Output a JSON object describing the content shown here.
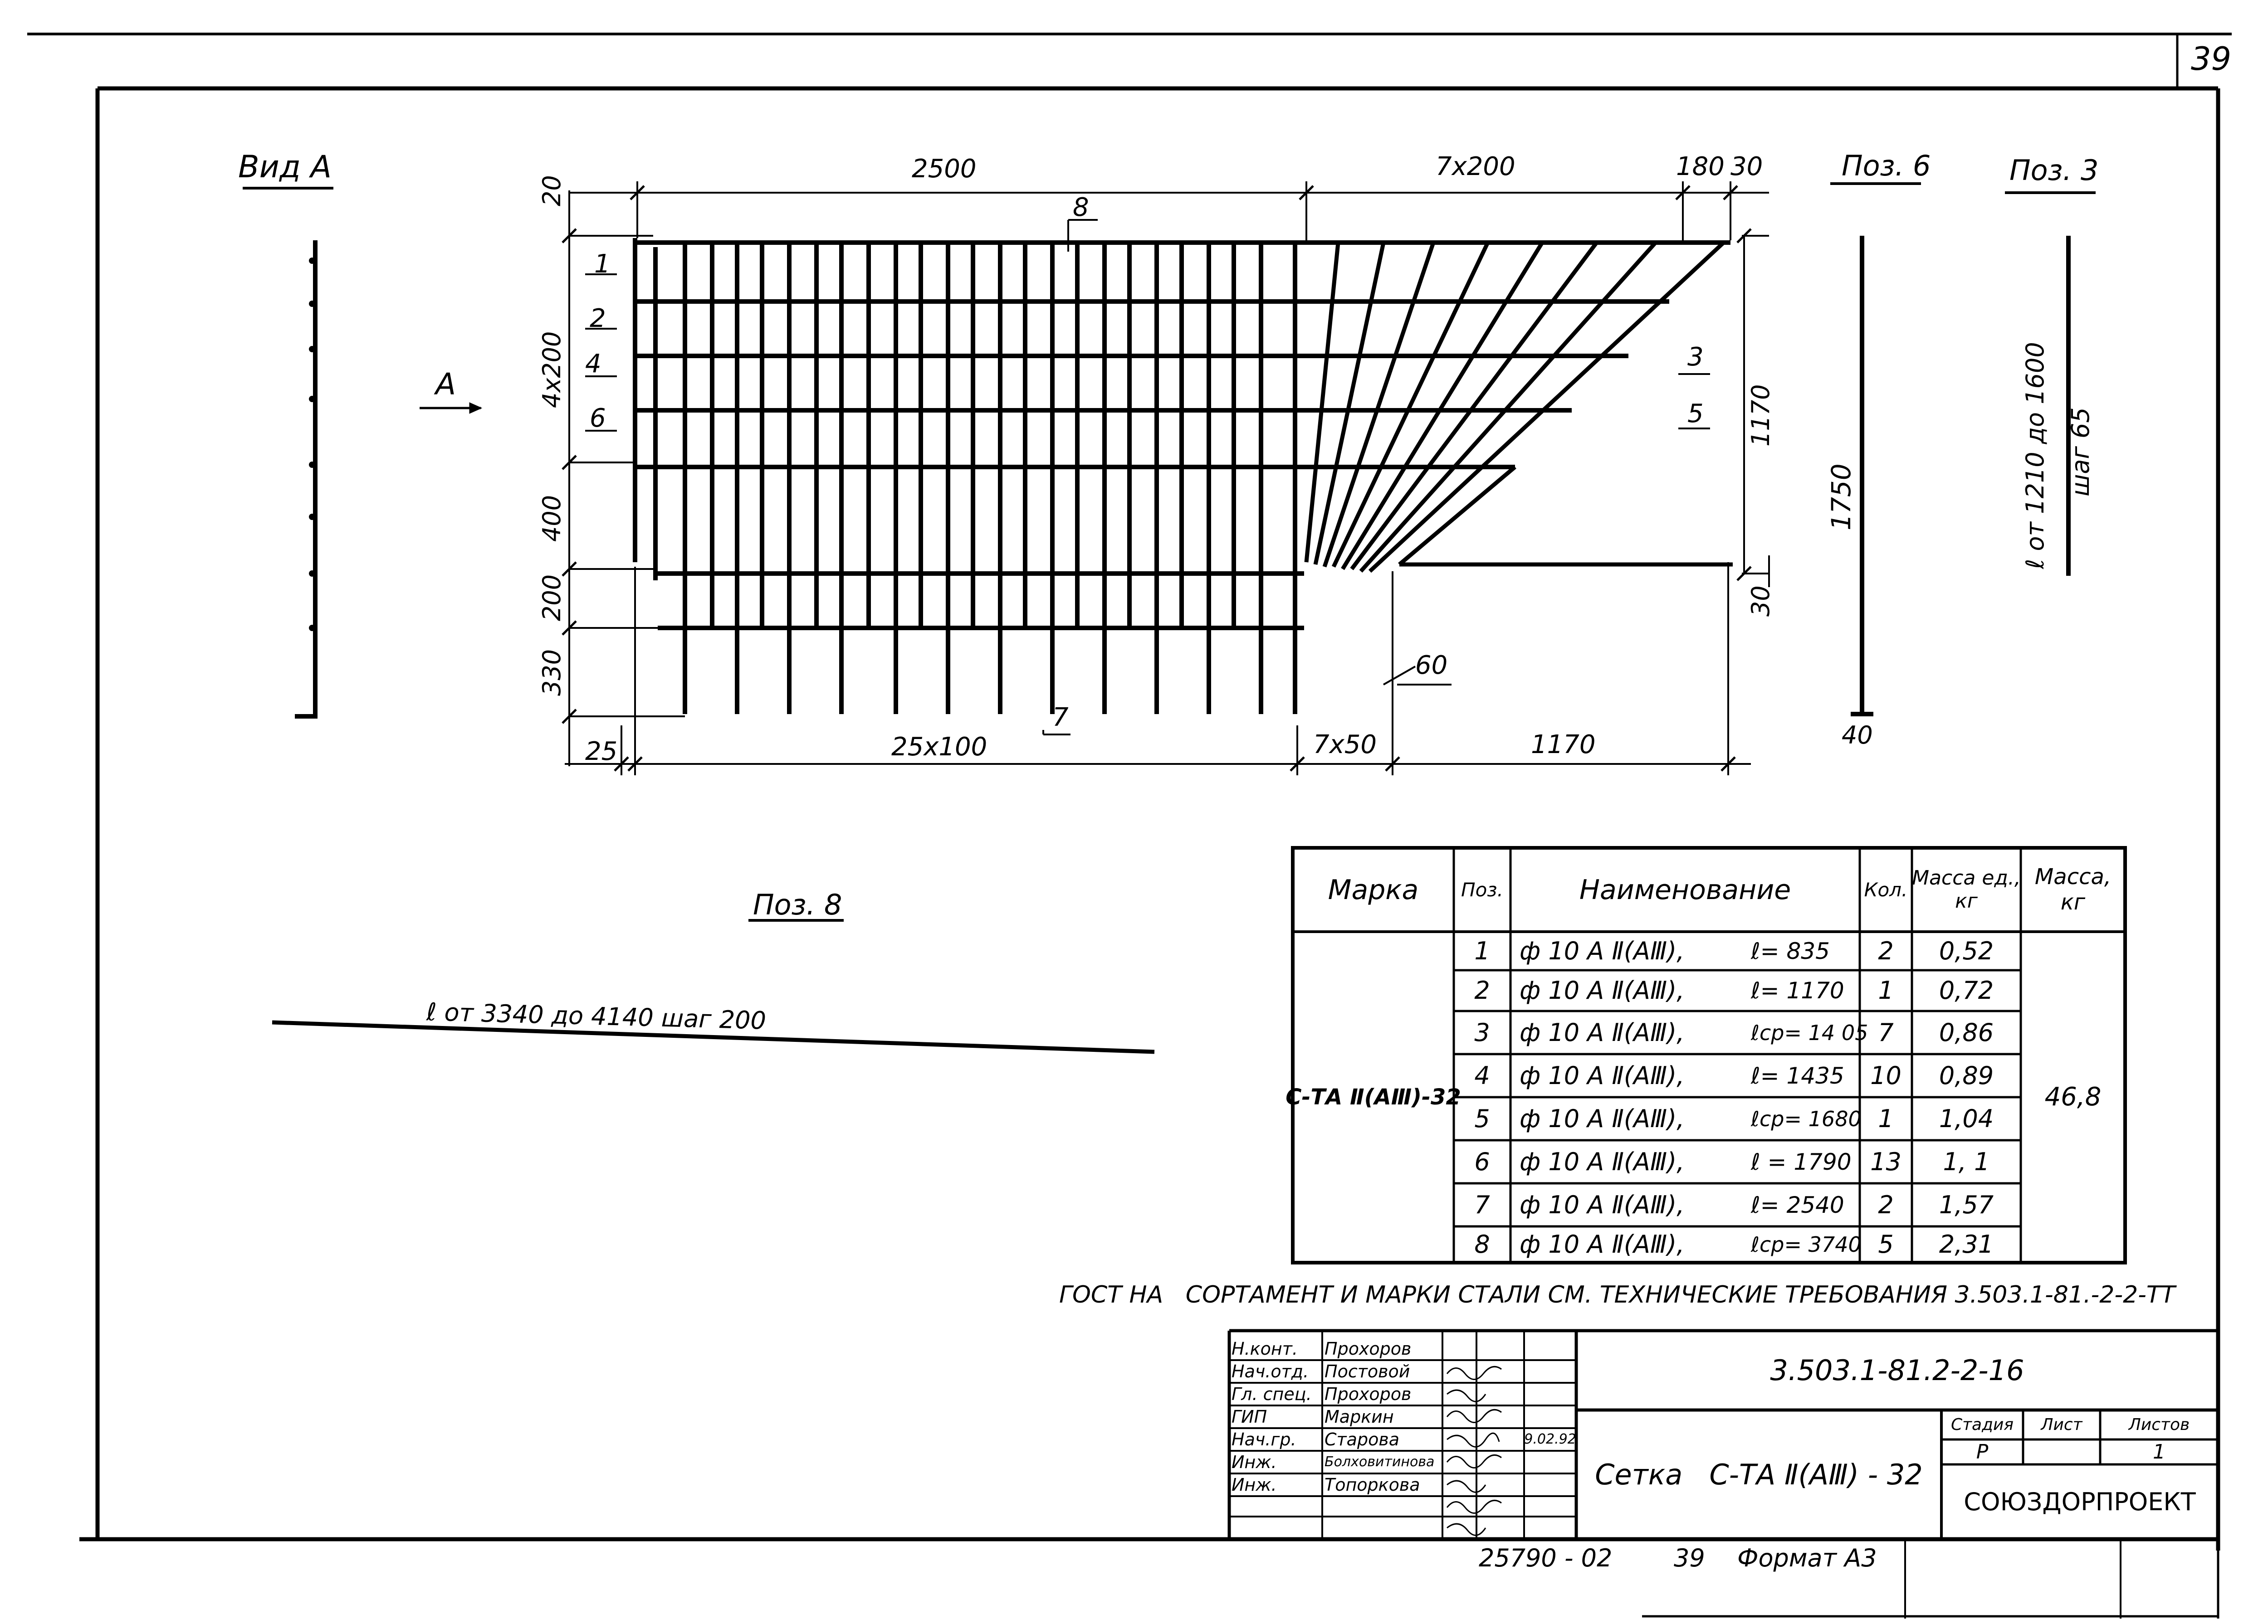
{
  "sheet": {
    "page_number": "39",
    "footer_code": "25790 - 02",
    "footer_sheet": "39",
    "footer_format": "Формат А3"
  },
  "view_a": {
    "title": "Вид А",
    "arrow_label": "А"
  },
  "drawing": {
    "top_dims": [
      "2500",
      "7х200",
      "180",
      "30"
    ],
    "bottom_dims": [
      "25",
      "25х100",
      "7х50",
      "1170"
    ],
    "left_dims": [
      "20",
      "4х200",
      "400",
      "200",
      "330"
    ],
    "right_dims": [
      "1170",
      "30"
    ],
    "callout_60": "60",
    "pos_left": [
      "1",
      "2",
      "4",
      "6"
    ],
    "pos_right": [
      "3",
      "5"
    ],
    "pos_8": "8",
    "pos_7": "7"
  },
  "pos6": {
    "title": "Поз. 6",
    "length": "1750",
    "bottom": "40"
  },
  "pos3": {
    "title": "Поз. 3",
    "note": "ℓ от 1210 до 1600",
    "step": "шаг 65"
  },
  "pos8": {
    "title": "Поз. 8",
    "note": "ℓ от 3340 до 4140 шаг 200"
  },
  "spec_table": {
    "headers": [
      "Марка",
      "Поз.",
      "Наименование",
      "Кол.",
      "Масса ед., кг",
      "Масса, кг"
    ],
    "mark": "С-ТА Ⅱ(АⅢ)-32",
    "total_mass": "46,8",
    "rows": [
      {
        "pos": "1",
        "name": "ф 10 А Ⅱ(АⅢ),",
        "len": "ℓ= 835",
        "qty": "2",
        "mass": "0,52"
      },
      {
        "pos": "2",
        "name": "ф 10 А Ⅱ(АⅢ),",
        "len": "ℓ= 1170",
        "qty": "1",
        "mass": "0,72"
      },
      {
        "pos": "3",
        "name": "ф 10 А Ⅱ(АⅢ),",
        "len": "ℓср= 14 05",
        "qty": "7",
        "mass": "0,86"
      },
      {
        "pos": "4",
        "name": "ф 10 А Ⅱ(АⅢ),",
        "len": "ℓ= 1435",
        "qty": "10",
        "mass": "0,89"
      },
      {
        "pos": "5",
        "name": "ф 10 А Ⅱ(АⅢ),",
        "len": "ℓср= 1680",
        "qty": "1",
        "mass": "1,04"
      },
      {
        "pos": "6",
        "name": "ф 10 А Ⅱ(АⅢ),",
        "len": "ℓ = 1790",
        "qty": "13",
        "mass": "1, 1"
      },
      {
        "pos": "7",
        "name": "ф 10 А Ⅱ(АⅢ),",
        "len": "ℓ= 2540",
        "qty": "2",
        "mass": "1,57"
      },
      {
        "pos": "8",
        "name": "ф 10 А Ⅱ(АⅢ),",
        "len": "ℓср= 3740",
        "qty": "5",
        "mass": "2,31"
      }
    ]
  },
  "gost_note": "ГОСТ НА   СОРТАМЕНТ И МАРКИ СТАЛИ СМ. ТЕХНИЧЕСКИЕ ТРЕБОВАНИЯ 3.503.1-81.-2-2-ТТ",
  "title_block": {
    "code": "3.503.1-81.2-2-16",
    "title": "Сетка   С-ТА Ⅱ(АⅢ) - 32",
    "stage_header": "Стадия",
    "sheet_header": "Лист",
    "sheets_header": "Листов",
    "stage": "Р",
    "sheets": "1",
    "org": "СОЮЗДОРПРОЕКТ",
    "date": "9.02.92",
    "staff": [
      {
        "role": "Н.конт.",
        "name": "Прохоров"
      },
      {
        "role": "Нач.отд.",
        "name": "Постовой"
      },
      {
        "role": "Гл. спец.",
        "name": "Прохоров"
      },
      {
        "role": "ГИП",
        "name": "Маркин"
      },
      {
        "role": "Нач.гр.",
        "name": "Старова"
      },
      {
        "role": "Инж.",
        "name": "Болховитинова"
      },
      {
        "role": "Инж.",
        "name": "Топоркова"
      }
    ]
  }
}
